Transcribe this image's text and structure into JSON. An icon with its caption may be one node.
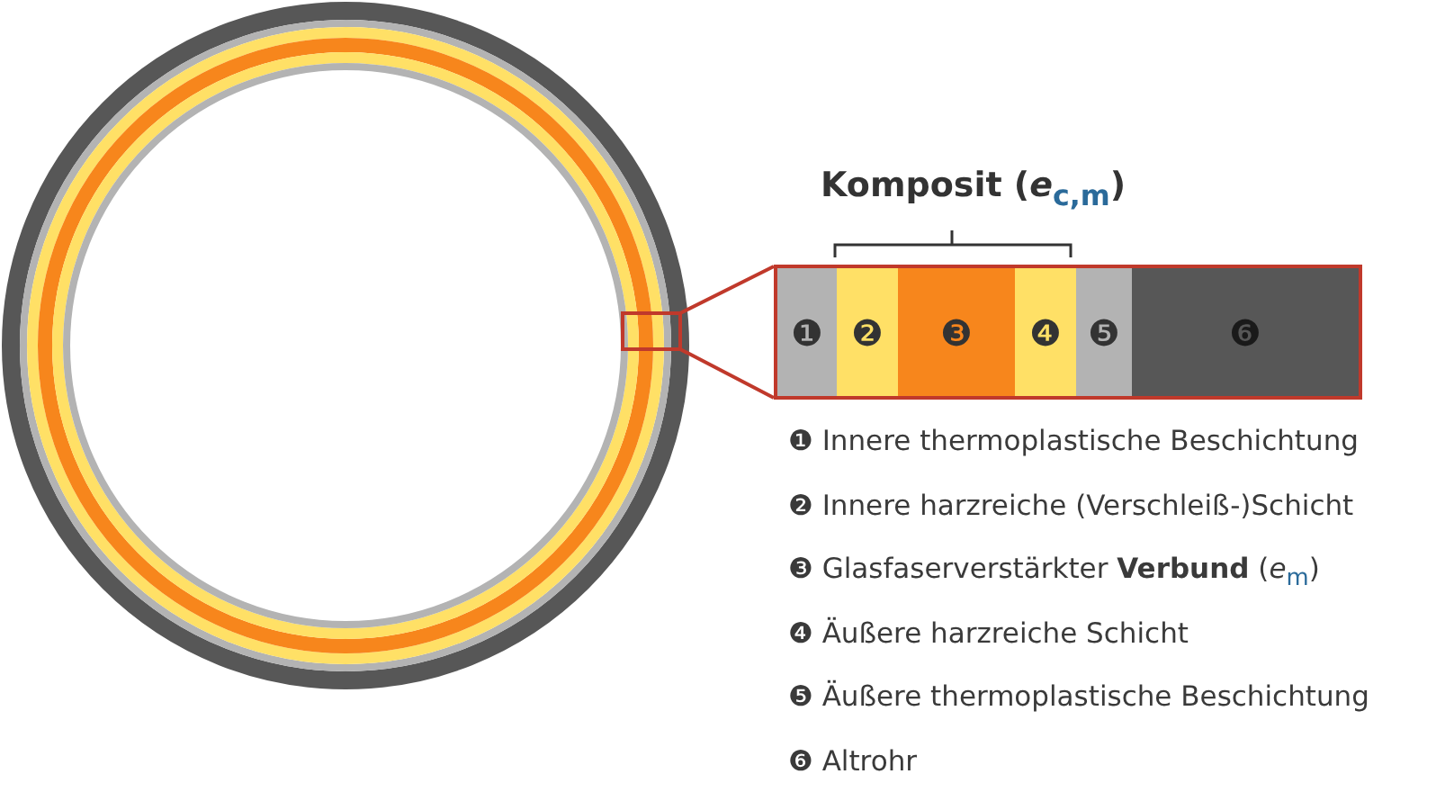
{
  "diagram": {
    "nodes": [
      {
        "text": [
          "❶"
        ]
      },
      {
        "text": [
          "❷"
        ]
      },
      {
        "text": [
          "❸"
        ]
      },
      {
        "text": [
          "❹"
        ]
      },
      {
        "text": [
          "❺"
        ]
      },
      {
        "text": [
          "❻"
        ]
      }
    ],
    "edges": [],
    "labels": [
      "Komposit (*e*$_{c,m}$)",
      "❶ Innere thermoplastische Beschichtung",
      "❷ Innere harzreiche (Verschleiß-)Schicht",
      "❸ Glasfaserverstärkter **Verbund** (*e*$_{m}$)",
      "❹ Äußere harzreiche Schicht",
      "❺ Äußere thermoplastische Beschichtung",
      "❻ Altrohr"
    ]
  }
}
